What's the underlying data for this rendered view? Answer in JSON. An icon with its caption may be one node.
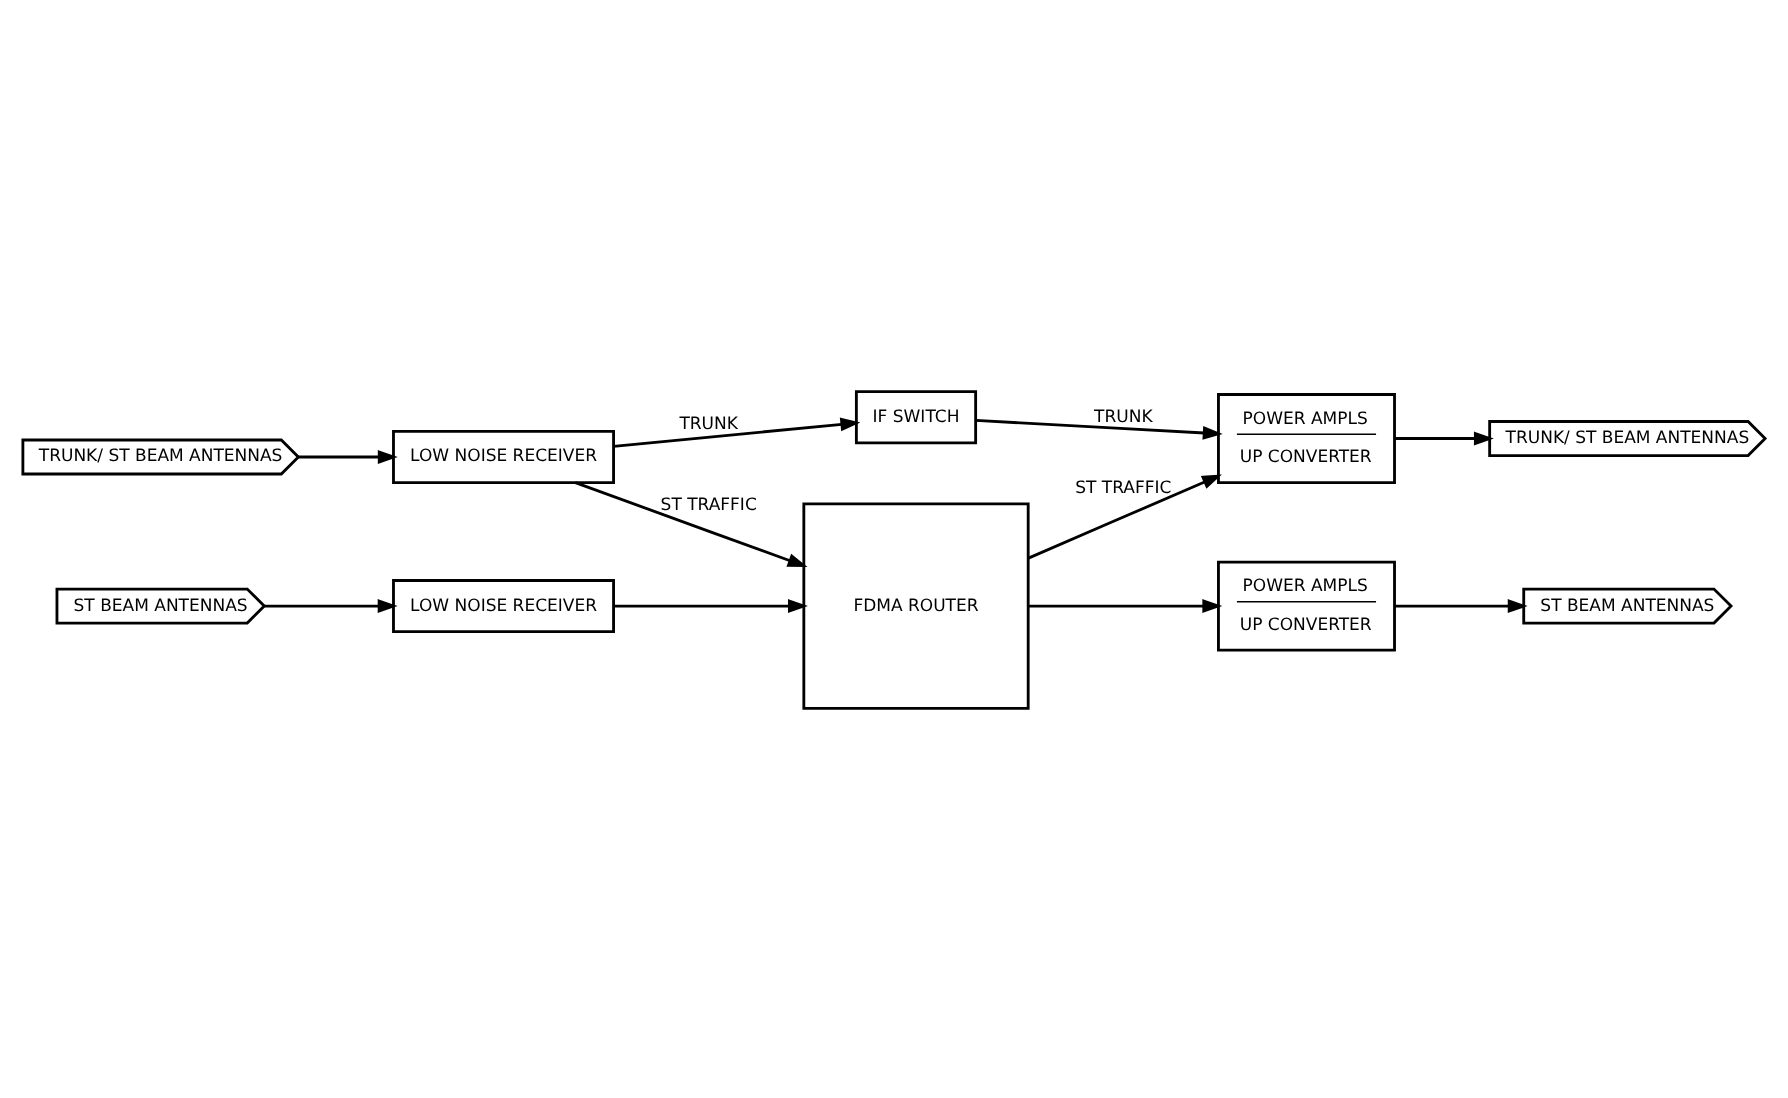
{
  "diagram": {
    "nodes": [
      {
        "text": [
          "TRUNK/ ST BEAM ANTENNAS"
        ]
      },
      {
        "text": [
          "LOW NOISE RECEIVER"
        ]
      },
      {
        "text": [
          "IF SWITCH"
        ]
      },
      {
        "text": [
          "POWER AMPLS",
          "UP CONVERTER"
        ]
      },
      {
        "text": [
          "TRUNK/ ST BEAM ANTENNAS"
        ]
      },
      {
        "text": [
          "ST BEAM ANTENNAS"
        ]
      },
      {
        "text": [
          "LOW NOISE RECEIVER"
        ]
      },
      {
        "text": [
          "FDMA ROUTER"
        ]
      },
      {
        "text": [
          "POWER AMPLS",
          "UP CONVERTER"
        ]
      },
      {
        "text": [
          "ST BEAM ANTENNAS"
        ]
      }
    ],
    "edges": [
      {
        "from": 0,
        "to": 1,
        "arrow": "to"
      },
      {
        "from": 1,
        "to": 2,
        "arrow": "to",
        "label": "TRUNK"
      },
      {
        "from": 2,
        "to": 3,
        "arrow": "to",
        "label": "TRUNK"
      },
      {
        "from": 3,
        "to": 4,
        "arrow": "to"
      },
      {
        "from": 1,
        "to": 7,
        "arrow": "to",
        "label": "ST TRAFFIC"
      },
      {
        "from": 7,
        "to": 3,
        "arrow": "to",
        "label": "ST TRAFFIC"
      },
      {
        "from": 5,
        "to": 6,
        "arrow": "to"
      },
      {
        "from": 6,
        "to": 7,
        "arrow": "to"
      },
      {
        "from": 7,
        "to": 8,
        "arrow": "to"
      },
      {
        "from": 8,
        "to": 9,
        "arrow": "to"
      }
    ]
  }
}
